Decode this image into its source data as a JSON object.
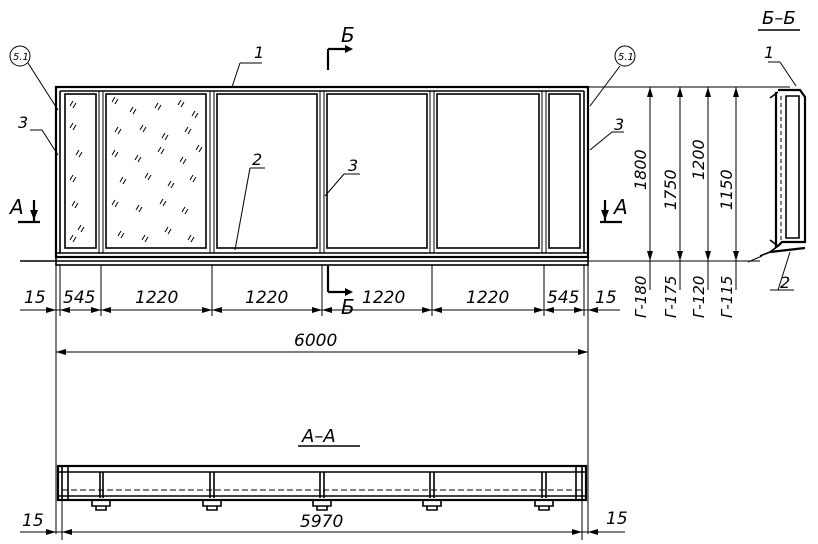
{
  "section_view": {
    "title": "Б–Б",
    "callout_1": "1",
    "callout_2": "2"
  },
  "plan_section": {
    "title": "А–А"
  },
  "front_view": {
    "ref_circle_left": "5.1",
    "ref_circle_right": "5.1",
    "callout_top_1": "1",
    "callout_left_3": "3",
    "callout_right_3": "3",
    "callout_mid_2": "2",
    "callout_mid_3": "3",
    "cut_A_left": "А",
    "cut_A_right": "А",
    "cut_B_top": "Б",
    "cut_B_bottom": "Б"
  },
  "dimensions": {
    "bottom_row": [
      "15",
      "545",
      "1220",
      "1220",
      "1220",
      "1220",
      "545",
      "15"
    ],
    "overall": "6000",
    "plan_overall": "5970",
    "plan_left_margin": "15",
    "plan_right_margin": "15",
    "vertical_heights": [
      "1800",
      "1750",
      "1200",
      "1150"
    ],
    "type_codes": [
      "Г-180",
      "Г-175",
      "Г-120",
      "Г-115"
    ]
  }
}
